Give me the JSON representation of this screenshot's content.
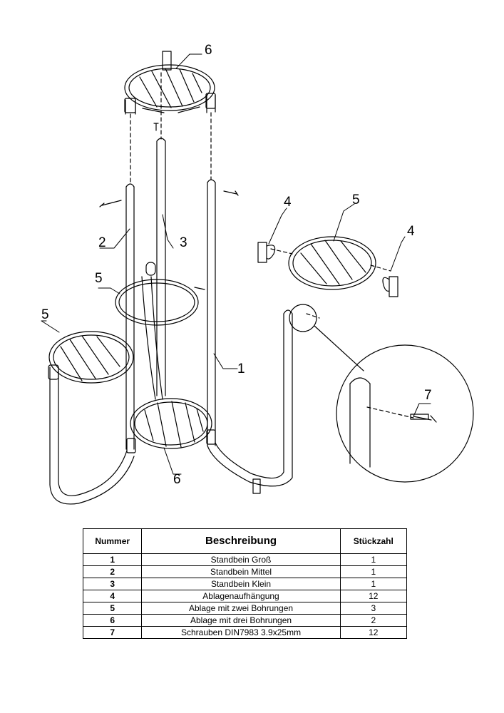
{
  "diagram": {
    "callouts": [
      "6",
      "2",
      "3",
      "5",
      "5",
      "4",
      "5",
      "4",
      "1",
      "6",
      "7"
    ]
  },
  "table": {
    "headers": {
      "number": "Nummer",
      "description": "Beschreibung",
      "quantity": "Stückzahl"
    },
    "rows": [
      {
        "number": "1",
        "description": "Standbein Groß",
        "quantity": "1"
      },
      {
        "number": "2",
        "description": "Standbein Mittel",
        "quantity": "1"
      },
      {
        "number": "3",
        "description": "Standbein Klein",
        "quantity": "1"
      },
      {
        "number": "4",
        "description": "Ablagenaufhängung",
        "quantity": "12"
      },
      {
        "number": "5",
        "description": "Ablage mit zwei Bohrungen",
        "quantity": "3"
      },
      {
        "number": "6",
        "description": "Ablage mit drei Bohrungen",
        "quantity": "2"
      },
      {
        "number": "7",
        "description": "Schrauben DIN7983  3.9x25mm",
        "quantity": "12"
      }
    ]
  }
}
